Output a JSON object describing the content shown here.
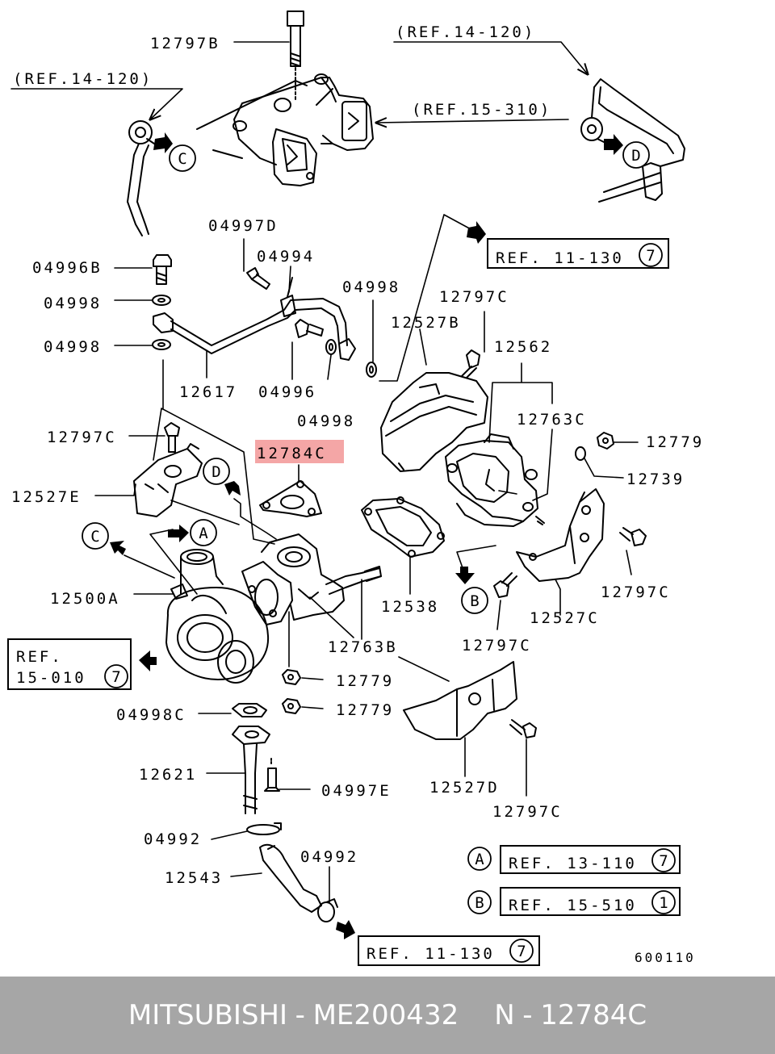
{
  "labels": {
    "p12797B": "12797B",
    "ref14_120_top": "(REF.14-120)",
    "ref14_120_left": "(REF.14-120)",
    "ref15_310": "(REF.15-310)",
    "p04997D": "04997D",
    "p04996B": "04996B",
    "p04994": "04994",
    "p04998_a": "04998",
    "p04998_b": "04998",
    "p04998_c": "04998",
    "p04998_d": "04998",
    "p12797C_a": "12797C",
    "p12527B": "12527B",
    "p12562": "12562",
    "p12617": "12617",
    "p04996": "04996",
    "p12763C": "12763C",
    "p12797C_b": "12797C",
    "p12779_a": "12779",
    "p12739": "12739",
    "p12784C": "12784C",
    "p12527E": "12527E",
    "p12538": "12538",
    "p12797C_c": "12797C",
    "p12527C": "12527C",
    "p12500A": "12500A",
    "p12763B": "12763B",
    "p12797C_d": "12797C",
    "p12779_b": "12779",
    "p12779_c": "12779",
    "p04998C": "04998C",
    "p12621": "12621",
    "p04997E": "04997E",
    "p12527D": "12527D",
    "p12797C_e": "12797C",
    "p04992_a": "04992",
    "p04992_b": "04992",
    "p12543": "12543",
    "drawing_no": "600110"
  },
  "ref_boxes": {
    "ref11_130_top": {
      "text": "REF. 11-130",
      "num": "7"
    },
    "ref15_010": {
      "line1": "REF.",
      "line2": "15-010",
      "num": "7"
    },
    "legend_a": {
      "letter": "A",
      "text": "REF. 13-110",
      "num": "7"
    },
    "legend_b": {
      "letter": "B",
      "text": "REF. 15-510",
      "num": "1"
    },
    "ref11_130_bottom": {
      "text": "REF. 11-130",
      "num": "7"
    }
  },
  "callouts": {
    "c_top": "C",
    "d_top": "D",
    "d_mid": "D",
    "c_left": "C",
    "a_left": "A",
    "b_mid": "B"
  },
  "highlight": {
    "part": "12784C",
    "color": "#f4a6a6"
  },
  "footer": {
    "brand": "MITSUBISHI",
    "sep1": "-",
    "part_number": "ME200432",
    "pos": "N",
    "sep2": "-",
    "ref_code": "12784C"
  },
  "colors": {
    "line": "#000000",
    "footer_bg": "#a6a6a6",
    "footer_text": "#ffffff"
  }
}
